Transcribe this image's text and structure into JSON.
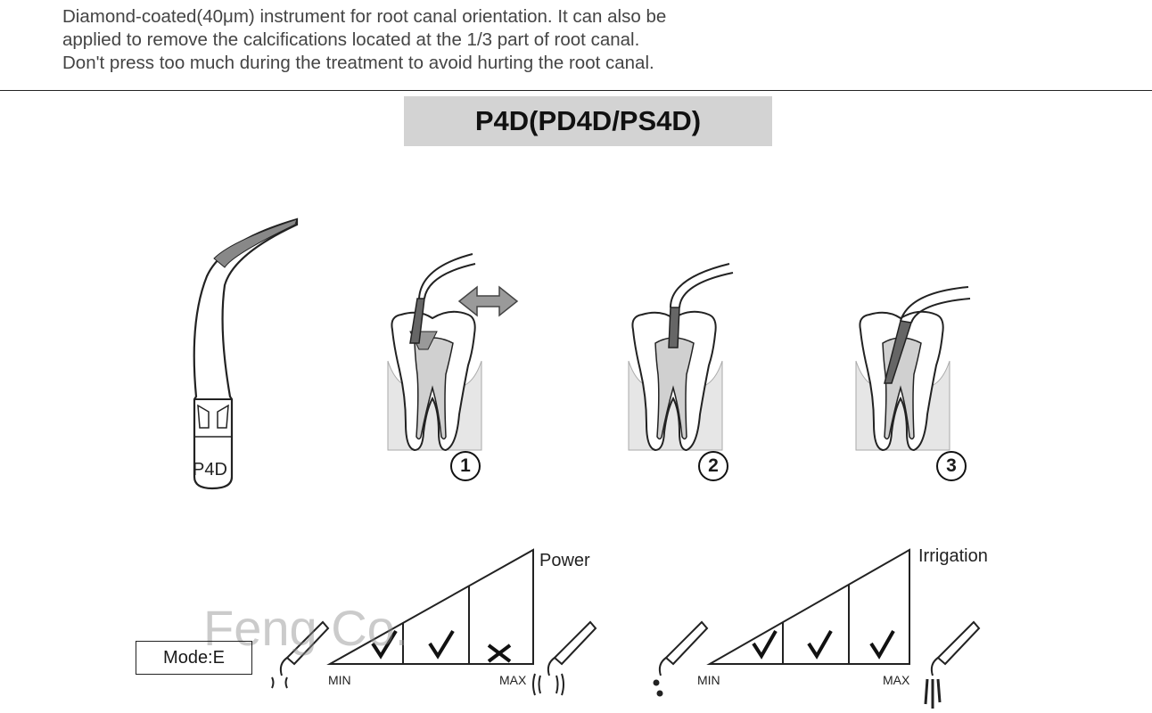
{
  "description": {
    "line1": "Diamond-coated(40μm) instrument for root canal orientation. It can also be",
    "line2": "applied to remove the calcifications located at the 1/3 part of root canal.",
    "line3": "Don't press too much during the treatment to avoid hurting the root canal."
  },
  "title": "P4D(PD4D/PS4D)",
  "tip_label": "P4D",
  "steps": [
    "1",
    "2",
    "3"
  ],
  "mode_label": "Mode:E",
  "power_chart": {
    "label": "Power",
    "min_label": "MIN",
    "max_label": "MAX",
    "levels": [
      "check",
      "check",
      "cross"
    ]
  },
  "irrigation_chart": {
    "label": "Irrigation",
    "min_label": "MIN",
    "max_label": "MAX",
    "levels": [
      "check",
      "check",
      "check"
    ]
  },
  "watermark": "Feng Co.",
  "colors": {
    "title_bg": "#d3d3d3",
    "tip_grey": "#888888",
    "arrow_grey": "#9a9a9a"
  }
}
